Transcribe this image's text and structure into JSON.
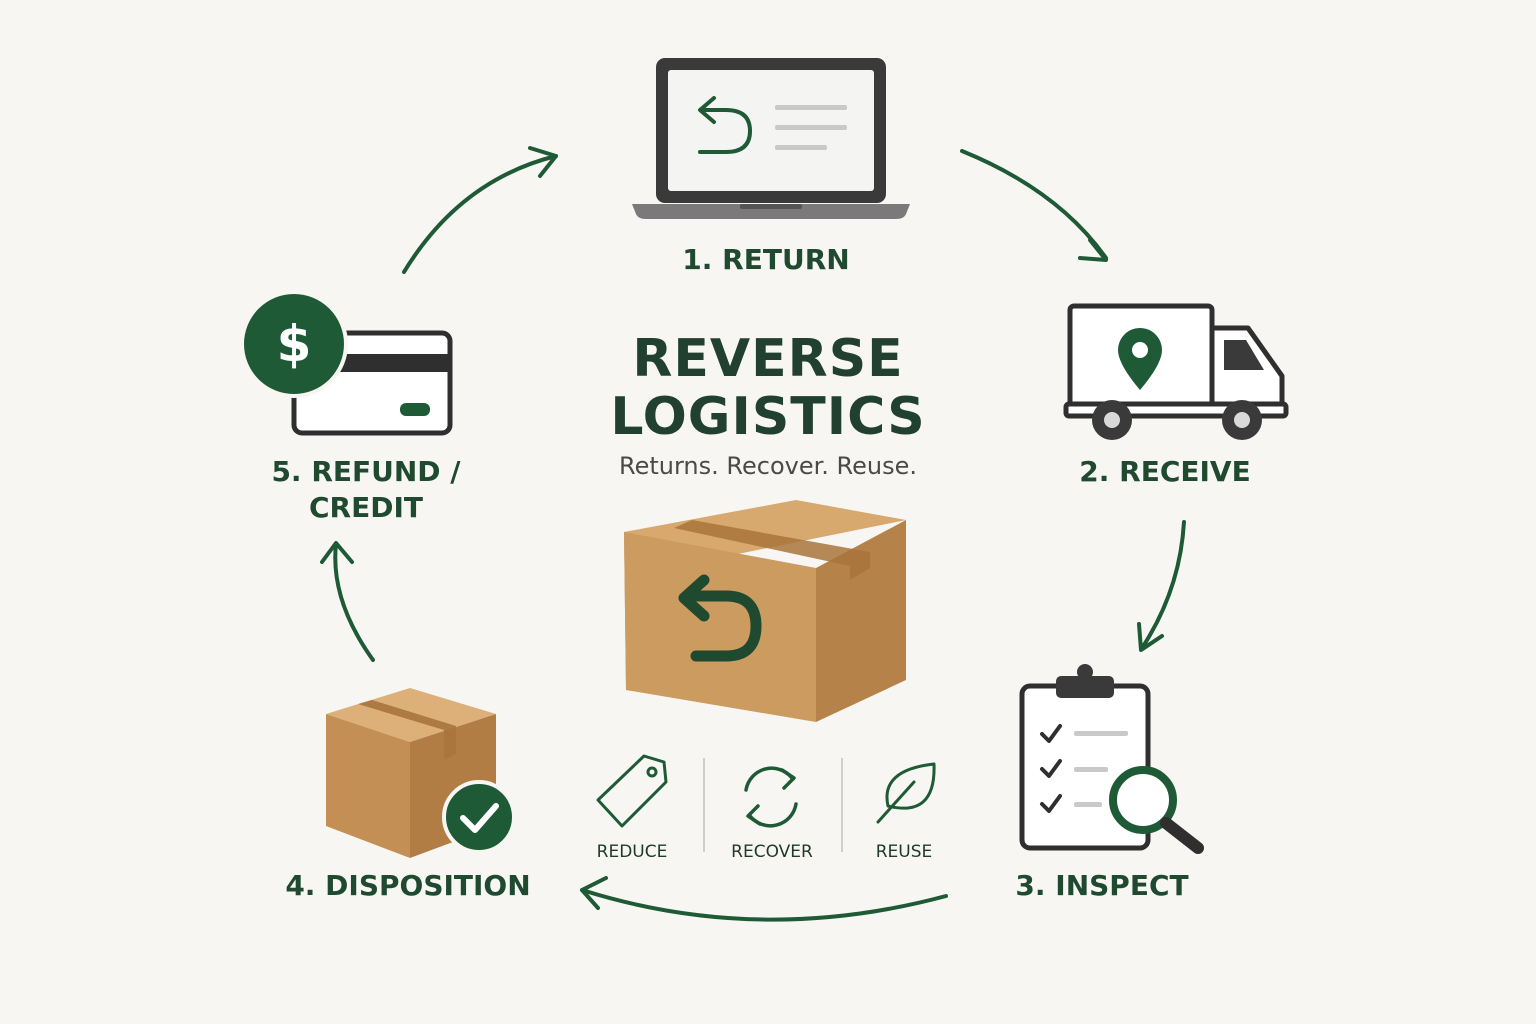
{
  "title": {
    "line1": "REVERSE",
    "line2": "LOGISTICS"
  },
  "subtitle": "Returns. Recover. Reuse.",
  "steps": [
    {
      "label": "1. RETURN",
      "icon": "laptop-return-icon"
    },
    {
      "label": "2. RECEIVE",
      "icon": "delivery-truck-icon"
    },
    {
      "label": "3. INSPECT",
      "icon": "clipboard-inspect-icon"
    },
    {
      "label": "4. DISPOSITION",
      "icon": "box-check-icon"
    },
    {
      "label_line1": "5. REFUND /",
      "label_line2": "CREDIT",
      "icon": "credit-card-dollar-icon"
    }
  ],
  "pillars": [
    {
      "label": "REDUCE",
      "icon": "tag-icon"
    },
    {
      "label": "RECOVER",
      "icon": "recycle-arrows-icon"
    },
    {
      "label": "REUSE",
      "icon": "leaf-icon"
    }
  ],
  "center_icon": "return-box-icon",
  "colors": {
    "accent_green": "#1f5a36",
    "text_green": "#1f4a30",
    "box_tan": "#c99a5e",
    "outline_dark": "#2f2f2f",
    "background": "#f7f6f3"
  }
}
